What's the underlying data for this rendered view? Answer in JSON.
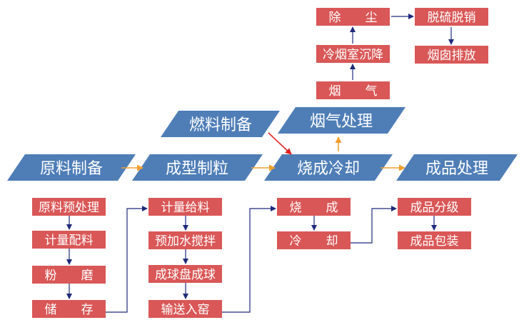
{
  "colors": {
    "parallelogram": "#4F7EB7",
    "box": "#D95757",
    "connector": "#1F2A7A",
    "orange_arrow": "#F0A030",
    "red_arrow": "#E02020",
    "text": "#ffffff"
  },
  "stages": {
    "raw": "原料制备",
    "forming": "成型制粒",
    "firing": "烧成冷却",
    "product": "成品处理",
    "fuel": "燃料制备",
    "gas": "烟气处理"
  },
  "raw_steps": [
    "原料预处理",
    "计量配料",
    "粉　　磨",
    "储　　存"
  ],
  "forming_steps": [
    "计量给料",
    "预加水搅拌",
    "成球盘成球",
    "输送入窑"
  ],
  "firing_steps": [
    "烧　　成",
    "冷　　却"
  ],
  "product_steps": [
    "成品分级",
    "成品包装"
  ],
  "gas_steps": [
    "烟　　气",
    "冷烟室沉降",
    "除　　尘",
    "脱硫脱销",
    "烟囱排放"
  ]
}
